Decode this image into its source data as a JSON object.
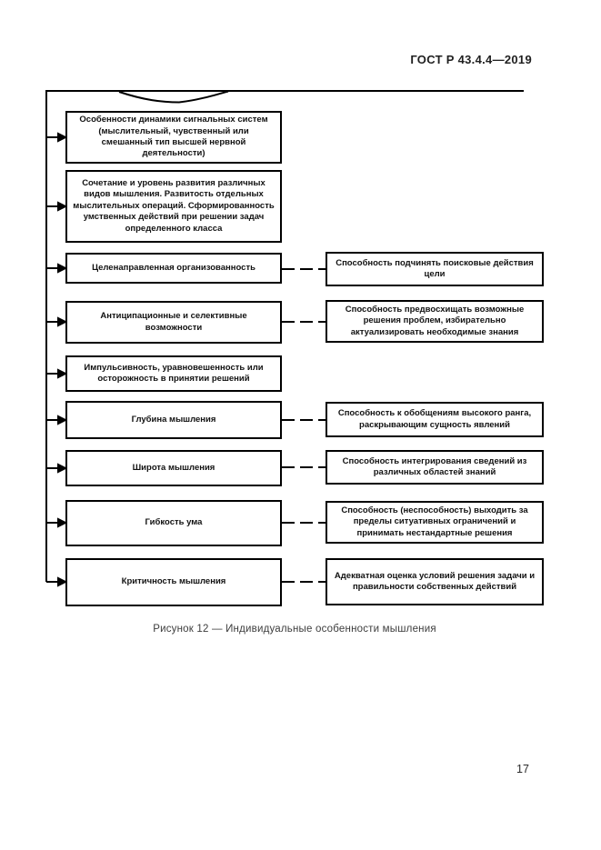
{
  "page": {
    "header_title": "ГОСТ Р 43.4.4—2019",
    "caption": "Рисунок 12 — Индивидуальные особенности мышления",
    "page_number": "17"
  },
  "diagram": {
    "left_boxes": [
      {
        "text": "Особенности динамики сигнальных систем (мыслительный, чувственный или смешанный тип высшей нервной деятельности)"
      },
      {
        "text": "Сочетание и уровень развития различных видов мышления. Развитость отдельных мыслительных операций. Сформированность умственных действий при решении задач определенного класса"
      },
      {
        "text": "Целенаправленная организованность"
      },
      {
        "text": "Антиципационные и селективные возможности"
      },
      {
        "text": "Импульсивность, уравновешенность или осторожность в принятии решений"
      },
      {
        "text": "Глубина мышления"
      },
      {
        "text": "Широта мышления"
      },
      {
        "text": "Гибкость ума"
      },
      {
        "text": "Критичность мышления"
      }
    ],
    "right_boxes": [
      {
        "text": "Способность подчинять поисковые действия цели"
      },
      {
        "text": "Способность предвосхищать возможные решения проблем, избирательно актуализировать необходимые знания"
      },
      {
        "text": "Способность к обобщениям высокого ранга, раскрывающим сущность явлений"
      },
      {
        "text": "Способность интегрирования сведений из различных областей знаний"
      },
      {
        "text": "Способность (неспособность) выходить за пределы ситуативных ограничений и принимать нестандартные решения"
      },
      {
        "text": "Адекватная оценка условий решения задачи и правильности собственных действий"
      }
    ]
  }
}
